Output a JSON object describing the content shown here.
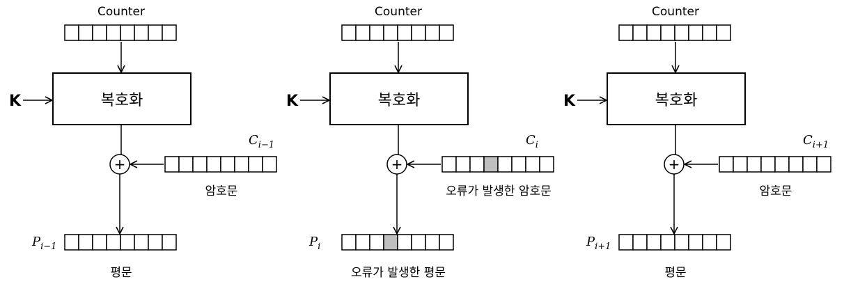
{
  "panels": [
    {
      "counter_label": "Counter",
      "key_label": "K",
      "block_label": "복호화",
      "cipher_symbol": "C",
      "cipher_sub": "i−1",
      "cipher_caption": "암호문",
      "plain_symbol": "P",
      "plain_sub": "i−1",
      "plain_caption": "평문",
      "cipher_error_cell": -1,
      "plain_error_cell": -1
    },
    {
      "counter_label": "Counter",
      "key_label": "K",
      "block_label": "복호화",
      "cipher_symbol": "C",
      "cipher_sub": "i",
      "cipher_caption": "오류가 발생한 암호문",
      "plain_symbol": "P",
      "plain_sub": "i",
      "plain_caption": "오류가 발생한 평문",
      "cipher_error_cell": 3,
      "plain_error_cell": 3
    },
    {
      "counter_label": "Counter",
      "key_label": "K",
      "block_label": "복호화",
      "cipher_symbol": "C",
      "cipher_sub": "i+1",
      "cipher_caption": "암호문",
      "plain_symbol": "P",
      "plain_sub": "i+1",
      "plain_caption": "평문",
      "cipher_error_cell": -1,
      "plain_error_cell": -1
    }
  ],
  "register_cells": 8,
  "xor_symbol": "+",
  "colors": {
    "error_cell": "#bfbfbf",
    "stroke": "#000000"
  }
}
